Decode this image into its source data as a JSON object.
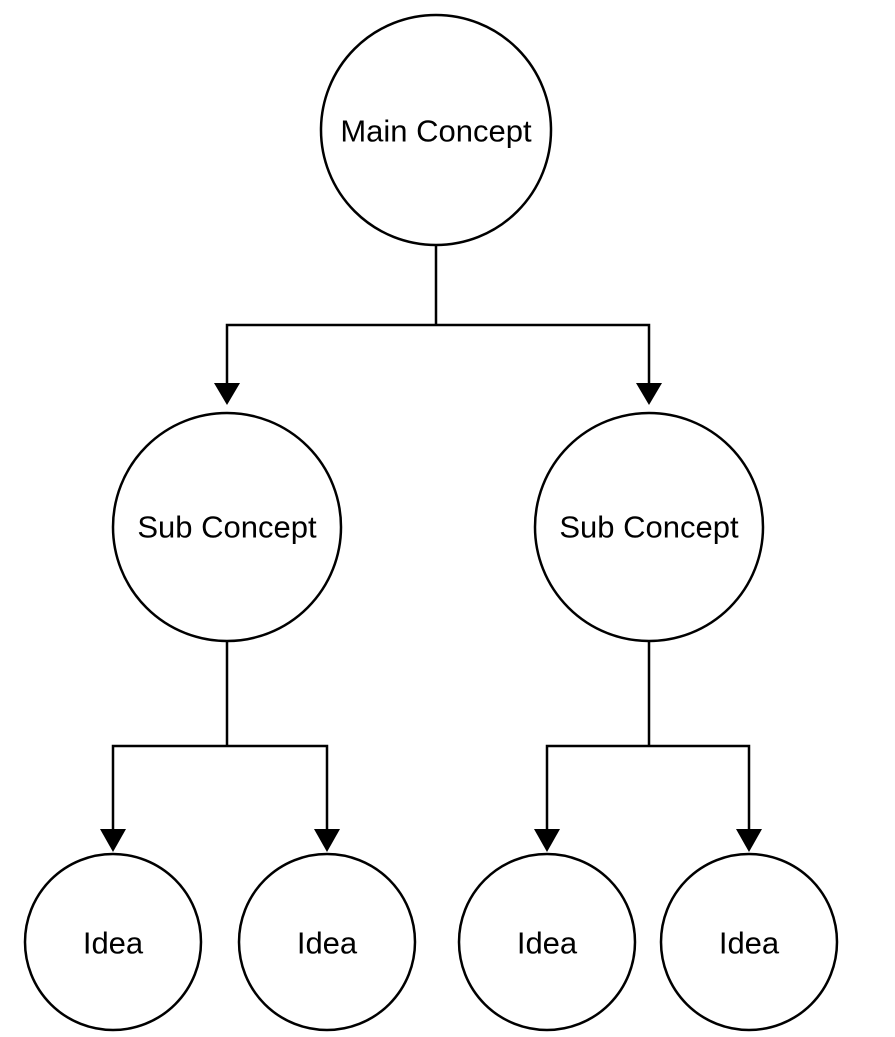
{
  "diagram": {
    "main_concept": {
      "label": "Main Concept"
    },
    "sub_concepts": [
      {
        "label": "Sub Concept"
      },
      {
        "label": "Sub Concept"
      }
    ],
    "ideas": [
      {
        "label": "Idea"
      },
      {
        "label": "Idea"
      },
      {
        "label": "Idea"
      },
      {
        "label": "Idea"
      }
    ],
    "colors": {
      "stroke": "#000000",
      "fill": "#ffffff",
      "background": "#ffffff"
    }
  }
}
